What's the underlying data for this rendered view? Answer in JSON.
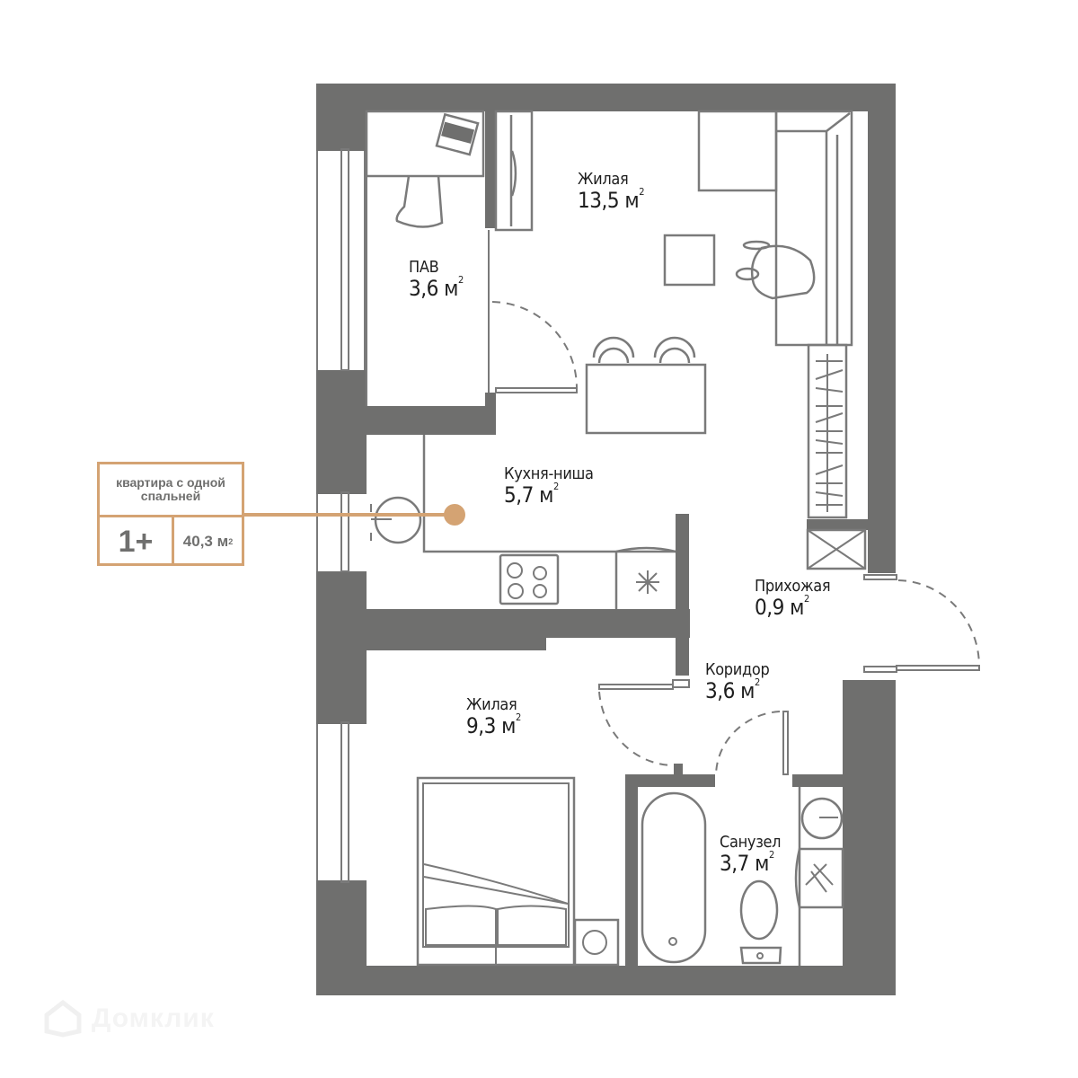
{
  "info_box": {
    "type_label": "квартира с одной спальней",
    "rooms": "1+",
    "total_area": "40,3",
    "unit": "м",
    "unit_sup": "2",
    "accent_color": "#d4a373"
  },
  "rooms": [
    {
      "id": "living-large",
      "name": "Жилая",
      "area": "13,5 м",
      "sup": "2"
    },
    {
      "id": "pav",
      "name": "ПАВ",
      "area": "3,6 м",
      "sup": "2"
    },
    {
      "id": "kitchen",
      "name": "Кухня-ниша",
      "area": "5,7 м",
      "sup": "2"
    },
    {
      "id": "hallway",
      "name": "Прихожая",
      "area": "0,9 м",
      "sup": "2"
    },
    {
      "id": "corridor",
      "name": "Коридор",
      "area": "3,6 м",
      "sup": "2"
    },
    {
      "id": "bedroom",
      "name": "Жилая",
      "area": "9,3 м",
      "sup": "2"
    },
    {
      "id": "bathroom",
      "name": "Санузел",
      "area": "3,7 м",
      "sup": "2"
    }
  ],
  "colors": {
    "wall": "#6f6f6e",
    "furniture_stroke": "#7a7a7a",
    "accent": "#d4a373"
  },
  "watermark": {
    "text": "Домклик",
    "icon": "home-logo-icon"
  }
}
